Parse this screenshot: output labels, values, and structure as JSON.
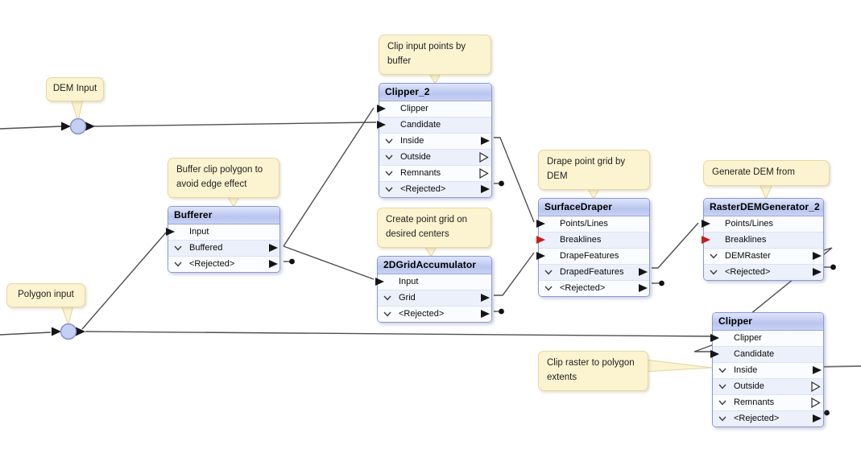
{
  "diagram_type": "FME-style transformer workflow canvas",
  "colors": {
    "annotation_fill": "#fcf3d0",
    "annotation_border": "#e6d7a5",
    "node_border": "#8a99d8",
    "node_title_gradient": [
      "#dfe5fa",
      "#b9c5ef"
    ],
    "row_tint": "#ecf0fb",
    "wire": "#4f4f4f",
    "junction_fill": "#c5cff4",
    "junction_border": "#8493cf",
    "required_port_red": "#c81e1e"
  },
  "junctions": [
    {
      "label": "DEM input junction"
    },
    {
      "label": "Polygon input junction"
    }
  ],
  "annotations": [
    {
      "text": "DEM Input"
    },
    {
      "text": "Clip input points by\nbuffer"
    },
    {
      "text": "Buffer clip polygon to\navoid edge effect"
    },
    {
      "text": "Polygon input"
    },
    {
      "text": "Create point grid on\ndesired centers"
    },
    {
      "text": "Drape point grid by\nDEM"
    },
    {
      "text": "Generate DEM from"
    },
    {
      "text": "Clip raster to polygon\nextents"
    }
  ],
  "nodes": [
    {
      "title": "Clipper_2",
      "ports": [
        {
          "label": "Clipper",
          "type": "input"
        },
        {
          "label": "Candidate",
          "type": "input"
        },
        {
          "label": "Inside",
          "type": "output-connected"
        },
        {
          "label": "Outside",
          "type": "output-unconnected"
        },
        {
          "label": "Remnants",
          "type": "output-unconnected"
        },
        {
          "label": "<Rejected>",
          "type": "output-terminated"
        }
      ]
    },
    {
      "title": "Bufferer",
      "ports": [
        {
          "label": "Input",
          "type": "input"
        },
        {
          "label": "Buffered",
          "type": "output-connected"
        },
        {
          "label": "<Rejected>",
          "type": "output-terminated"
        }
      ]
    },
    {
      "title": "2DGridAccumulator",
      "ports": [
        {
          "label": "Input",
          "type": "input"
        },
        {
          "label": "Grid",
          "type": "output-connected"
        },
        {
          "label": "<Rejected>",
          "type": "output-terminated"
        }
      ]
    },
    {
      "title": "SurfaceDraper",
      "ports": [
        {
          "label": "Points/Lines",
          "type": "input"
        },
        {
          "label": "Breaklines",
          "type": "input-required"
        },
        {
          "label": "DrapeFeatures",
          "type": "input"
        },
        {
          "label": "DrapedFeatures",
          "type": "output-connected"
        },
        {
          "label": "<Rejected>",
          "type": "output-terminated"
        }
      ]
    },
    {
      "title": "RasterDEMGenerator_2",
      "ports": [
        {
          "label": "Points/Lines",
          "type": "input"
        },
        {
          "label": "Breaklines",
          "type": "input-required"
        },
        {
          "label": "DEMRaster",
          "type": "output-connected"
        },
        {
          "label": "<Rejected>",
          "type": "output-terminated"
        }
      ]
    },
    {
      "title": "Clipper",
      "ports": [
        {
          "label": "Clipper",
          "type": "input"
        },
        {
          "label": "Candidate",
          "type": "input"
        },
        {
          "label": "Inside",
          "type": "output-connected"
        },
        {
          "label": "Outside",
          "type": "output-unconnected"
        },
        {
          "label": "Remnants",
          "type": "output-unconnected"
        },
        {
          "label": "<Rejected>",
          "type": "output-terminated"
        }
      ]
    }
  ]
}
